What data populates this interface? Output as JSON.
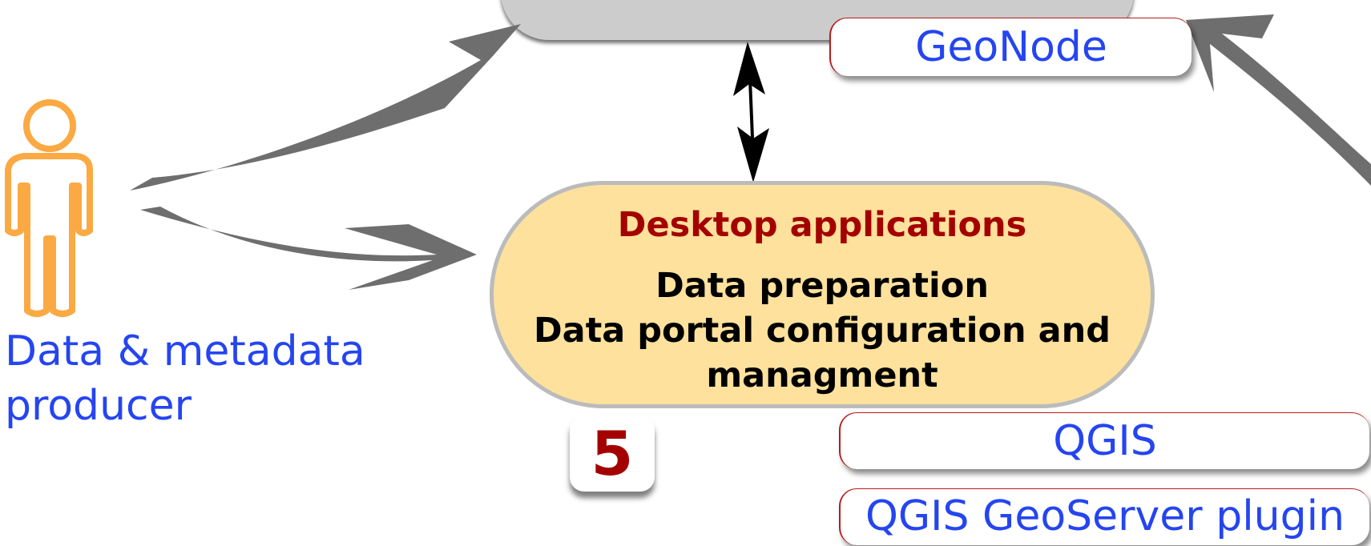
{
  "platform_tags": {
    "geonode": "GeoNode"
  },
  "desktop": {
    "title": "Desktop applications",
    "tasks": [
      "Data preparation",
      "Data portal  configuration and",
      "managment"
    ]
  },
  "desktop_tags": {
    "qgis": "QGIS",
    "qgis_plugin": "QGIS GeoServer plugin"
  },
  "step_number": "5",
  "actor": {
    "label_line1": "Data & metadata",
    "label_line2": "producer"
  },
  "colors": {
    "link_text": "#2545f0",
    "title_red": "#a50000",
    "desktop_fill": "#fde19c",
    "person_orange": "#fba943",
    "arrow_grey": "#6e6e6e",
    "top_shape_grey": "#cccccc"
  },
  "icons": {
    "actor": "person-icon",
    "connector": "double-arrow-icon"
  }
}
